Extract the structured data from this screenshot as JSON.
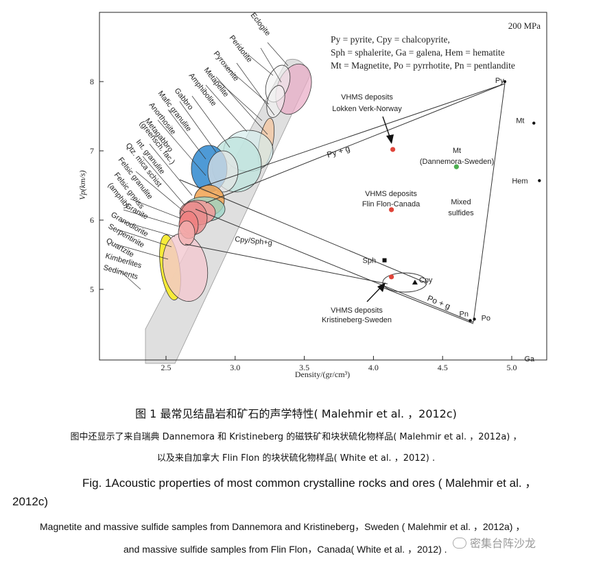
{
  "chart_data": {
    "type": "scatter",
    "pressure_label": "200 MPa",
    "xlabel": "Density/(gr/cm³)",
    "ylabel": "Vp(km/s)",
    "xlim": [
      2.0,
      5.25
    ],
    "ylim": [
      4.0,
      9.0
    ],
    "xticks": [
      "2.5",
      "3.0",
      "3.5",
      "4.0",
      "4.5",
      "5.0"
    ],
    "yticks": [
      "5",
      "6",
      "7",
      "8"
    ],
    "legend_lines": [
      "Py = pyrite,  Cpy = chalcopyrite,",
      "Sph = sphalerite, Ga = galena, Hem = hematite",
      "Mt = Magnetite, Po = pyrrhotite, Pn = pentlandite"
    ],
    "rock_labels": [
      "Eclogite",
      "Peridotite",
      "Pyroxenite",
      "Metapelite",
      "Amphibolite",
      "Gabbro",
      "Mafic granulite",
      "Anorthosite",
      "Metagabbro",
      "(greensch. fac.)",
      "Int. granulite",
      "Qtz. mica schist",
      "Felsic granulite",
      "Felsic gneiss",
      "(amphib)",
      "Granite",
      "Granodiorite",
      "Serpentinite",
      "Quartzite",
      "Kimberlites",
      "Sediments"
    ],
    "minerals": [
      {
        "name": "Py",
        "x": 4.95,
        "y": 8.0
      },
      {
        "name": "Mt",
        "x": 5.16,
        "y": 7.4
      },
      {
        "name": "Hem",
        "x": 5.2,
        "y": 6.57
      },
      {
        "name": "Sph",
        "x": 4.08,
        "y": 5.42
      },
      {
        "name": "Cpy",
        "x": 4.3,
        "y": 5.1
      },
      {
        "name": "Pn",
        "x": 4.7,
        "y": 4.55
      },
      {
        "name": "Po",
        "x": 4.73,
        "y": 4.57
      },
      {
        "name": "Ga",
        "x": 5.2,
        "y": 4.0
      }
    ],
    "samples": [
      {
        "name": "VHMS deposits Lokken Verk-Norway",
        "x": 4.14,
        "y": 7.02,
        "color": "#e0453a"
      },
      {
        "name": "Mt (Dannemora-Sweden)",
        "x": 4.6,
        "y": 6.77,
        "color": "#4caf50"
      },
      {
        "name": "VHMS deposits Flin Flon-Canada",
        "x": 4.13,
        "y": 6.15,
        "color": "#e0453a"
      },
      {
        "name": "VHMS deposits Kristineberg-Sweden",
        "x": 4.13,
        "y": 5.18,
        "color": "#e0453a"
      }
    ],
    "annotations": {
      "lokken_1": "VHMS deposits",
      "lokken_2": "Lokken Verk-Norway",
      "danne_1": "Mt",
      "danne_2": "(Dannemora-Sweden)",
      "flin_1": "VHMS deposits",
      "flin_2": "Flin Flon-Canada",
      "krist_1": "VHMS deposits",
      "krist_2": "Kristineberg-Sweden",
      "mixed_1": "Mixed",
      "mixed_2": "sulfides",
      "py_g": "Py + g",
      "cpy_sph_g": "Cpy/Sph+g",
      "po_g": "Po + g"
    }
  },
  "captions": {
    "cn_title": "图 1 最常见结晶岩和矿石的声学特性( Malehmir et al.  ，2012c)",
    "cn_line1": "图中还显示了来自瑞典 Dannemora 和 Kristineberg 的磁铁矿和块状硫化物样品( Malehmir et al.  ，2012a) ，",
    "cn_line2": "以及来自加拿大 Flin Flon 的块状硫化物样品( White et al.  ，2012) .",
    "en_title": "Fig.  1Acoustic properties of most common crystalline rocks and ores ( Malehmir et al.  ，",
    "en_title2": "2012c)",
    "en_line1": "Magnetite and massive sulfide samples from Dannemora and Kristineberg，Sweden ( Malehmir et al.  ，2012a) ，",
    "en_line2": "and massive sulfide samples from Flin Flon，Canada( White et al.  ，2012) ."
  },
  "watermark": "密集台阵沙龙"
}
